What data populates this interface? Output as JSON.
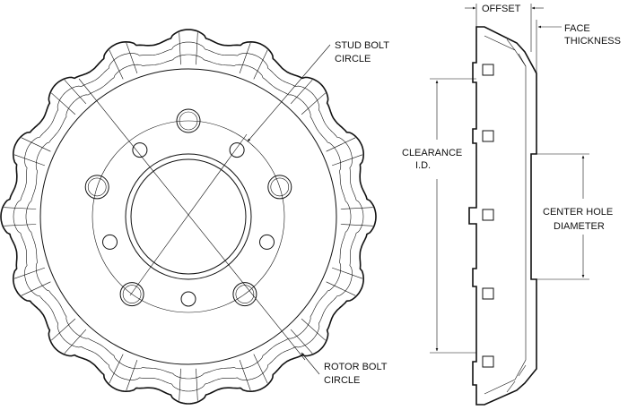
{
  "labels": {
    "stud_bolt_circle": [
      "STUD BOLT",
      "CIRCLE"
    ],
    "rotor_bolt_circle": [
      "ROTOR BOLT",
      "CIRCLE"
    ],
    "offset": "OFFSET",
    "face_thickness": [
      "FACE",
      "THICKNESS"
    ],
    "clearance_id": [
      "CLEARANCE",
      "I.D."
    ],
    "center_hole_diameter": [
      "CENTER HOLE",
      "DIAMETER"
    ]
  },
  "colors": {
    "ink": "#111111",
    "paper": "#ffffff"
  },
  "parts": {
    "front_view": {
      "scallop_count": 16,
      "stud_hole_count": 5,
      "rotor_bolt_hole_count": 5
    },
    "side_view": {
      "slot_count": 3
    }
  }
}
